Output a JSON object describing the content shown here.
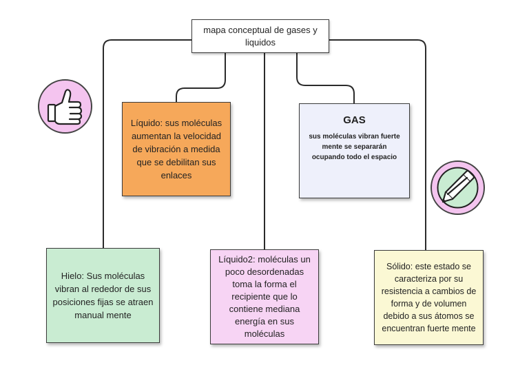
{
  "title": "mapa conceptual de gases y liquidos",
  "nodes": {
    "liquido": "Líquido: sus moléculas aumentan la velocidad de vibración a medida que se debilitan sus enlaces",
    "gas": {
      "heading": "GAS",
      "text": "sus moléculas vibran fuerte mente se separarán ocupando todo el espacio"
    },
    "hielo": "Hielo: Sus moléculas vibran al rededor de sus posiciones fijas se atraen manual mente",
    "liquido2": "Líquido2: moléculas un poco desordenadas toma la forma el recipiente que lo contiene mediana energía en sus moléculas",
    "solido": "Sólido: este estado se caracteriza por su resistencia a cambios de forma y de volumen debido a sus átomos se encuentran fuerte mente"
  },
  "icons": {
    "left_badge": "thumbs-up-icon",
    "right_badge": "pencil-icon"
  },
  "colors": {
    "liquido": "#f6a85a",
    "gas": "#eef0fb",
    "hielo": "#c9ecd2",
    "liquido2": "#f7d4f4",
    "solido": "#fbf8d4",
    "badge": "#f4c4ef",
    "line": "#2a2a2a"
  }
}
